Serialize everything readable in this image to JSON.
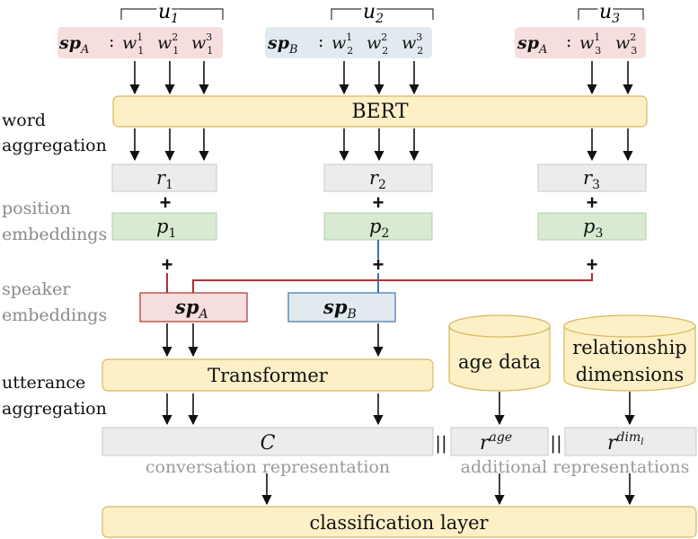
{
  "utterances": [
    {
      "label": "u",
      "sub": "1",
      "speaker": "sp",
      "speaker_sub": "A",
      "colon": ":",
      "words": [
        {
          "w": "w",
          "sup": "1",
          "sub": "1"
        },
        {
          "w": "w",
          "sup": "2",
          "sub": "1"
        },
        {
          "w": "w",
          "sup": "3",
          "sub": "1"
        }
      ]
    },
    {
      "label": "u",
      "sub": "2",
      "speaker": "sp",
      "speaker_sub": "B",
      "colon": ":",
      "words": [
        {
          "w": "w",
          "sup": "1",
          "sub": "2"
        },
        {
          "w": "w",
          "sup": "2",
          "sub": "2"
        },
        {
          "w": "w",
          "sup": "3",
          "sub": "2"
        }
      ]
    },
    {
      "label": "u",
      "sub": "3",
      "speaker": "sp",
      "speaker_sub": "A",
      "colon": ":",
      "words": [
        {
          "w": "w",
          "sup": "1",
          "sub": "3"
        },
        {
          "w": "w",
          "sup": "2",
          "sub": "3"
        }
      ]
    }
  ],
  "side_labels": {
    "word_aggregation": [
      "word",
      "aggregation"
    ],
    "position_embeddings": [
      "position",
      "embeddings"
    ],
    "speaker_embeddings": [
      "speaker",
      "embeddings"
    ],
    "utterance_aggregation": [
      "utterance",
      "aggregation"
    ]
  },
  "bert": "BERT",
  "r_boxes": [
    {
      "base": "r",
      "sub": "1"
    },
    {
      "base": "r",
      "sub": "2"
    },
    {
      "base": "r",
      "sub": "3"
    }
  ],
  "p_boxes": [
    {
      "base": "p",
      "sub": "1"
    },
    {
      "base": "p",
      "sub": "2"
    },
    {
      "base": "p",
      "sub": "3"
    }
  ],
  "plus": "+",
  "speaker_emb": [
    {
      "base": "sp",
      "sub": "A"
    },
    {
      "base": "sp",
      "sub": "B"
    }
  ],
  "transformer": "Transformer",
  "age_data": "age data",
  "relationship": [
    "relationship",
    "dimensions"
  ],
  "conv_rep": {
    "symbol": "C",
    "caption": "conversation representation"
  },
  "r_age": {
    "base": "r",
    "sup": "age"
  },
  "r_dim": {
    "base": "r",
    "sup": "dim",
    "sup_sub": "l"
  },
  "concat": "||",
  "additional": "additional representations",
  "classification": "classification layer",
  "colors": {
    "yellow_fill": "#fdf0c7",
    "yellow_stroke": "#d8b860",
    "grey_fill": "#ececec",
    "grey_stroke": "#c8c8c8",
    "green_fill": "#d8ead1",
    "green_stroke": "#b5cfab",
    "pink_fill": "#f6dede",
    "blue_fill": "#e1ebef",
    "red_line": "#b03030",
    "blue_line": "#3f74a8"
  }
}
